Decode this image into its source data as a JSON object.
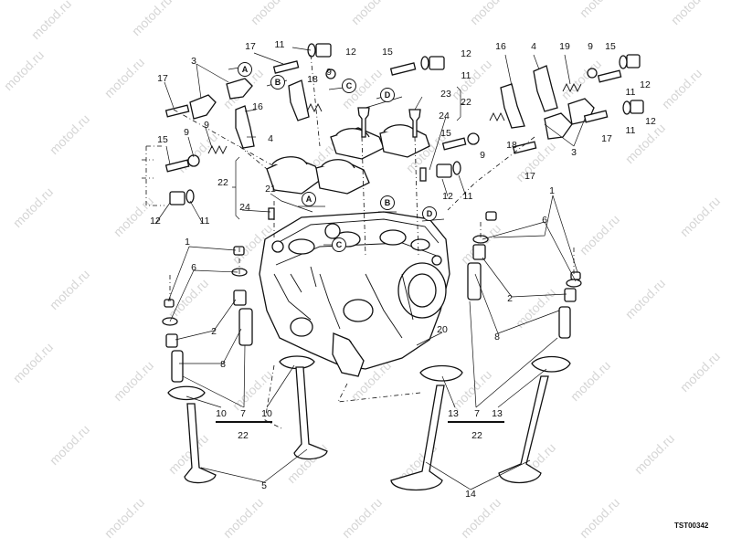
{
  "watermark": "motod.ru",
  "drawing_code": "TST00342",
  "refs": [
    "A",
    "B",
    "C",
    "D"
  ],
  "callouts": {
    "c1": "1",
    "c2": "2",
    "c3": "3",
    "c4": "4",
    "c5": "5",
    "c6": "6",
    "c7": "7",
    "c8": "8",
    "c9": "9",
    "c10": "10",
    "c11": "11",
    "c12": "12",
    "c13": "13",
    "c14": "14",
    "c15": "15",
    "c16": "16",
    "c17": "17",
    "c18": "18",
    "c19": "19",
    "c20": "20",
    "c21": "21",
    "c22": "22",
    "c23": "23",
    "c24": "24"
  }
}
